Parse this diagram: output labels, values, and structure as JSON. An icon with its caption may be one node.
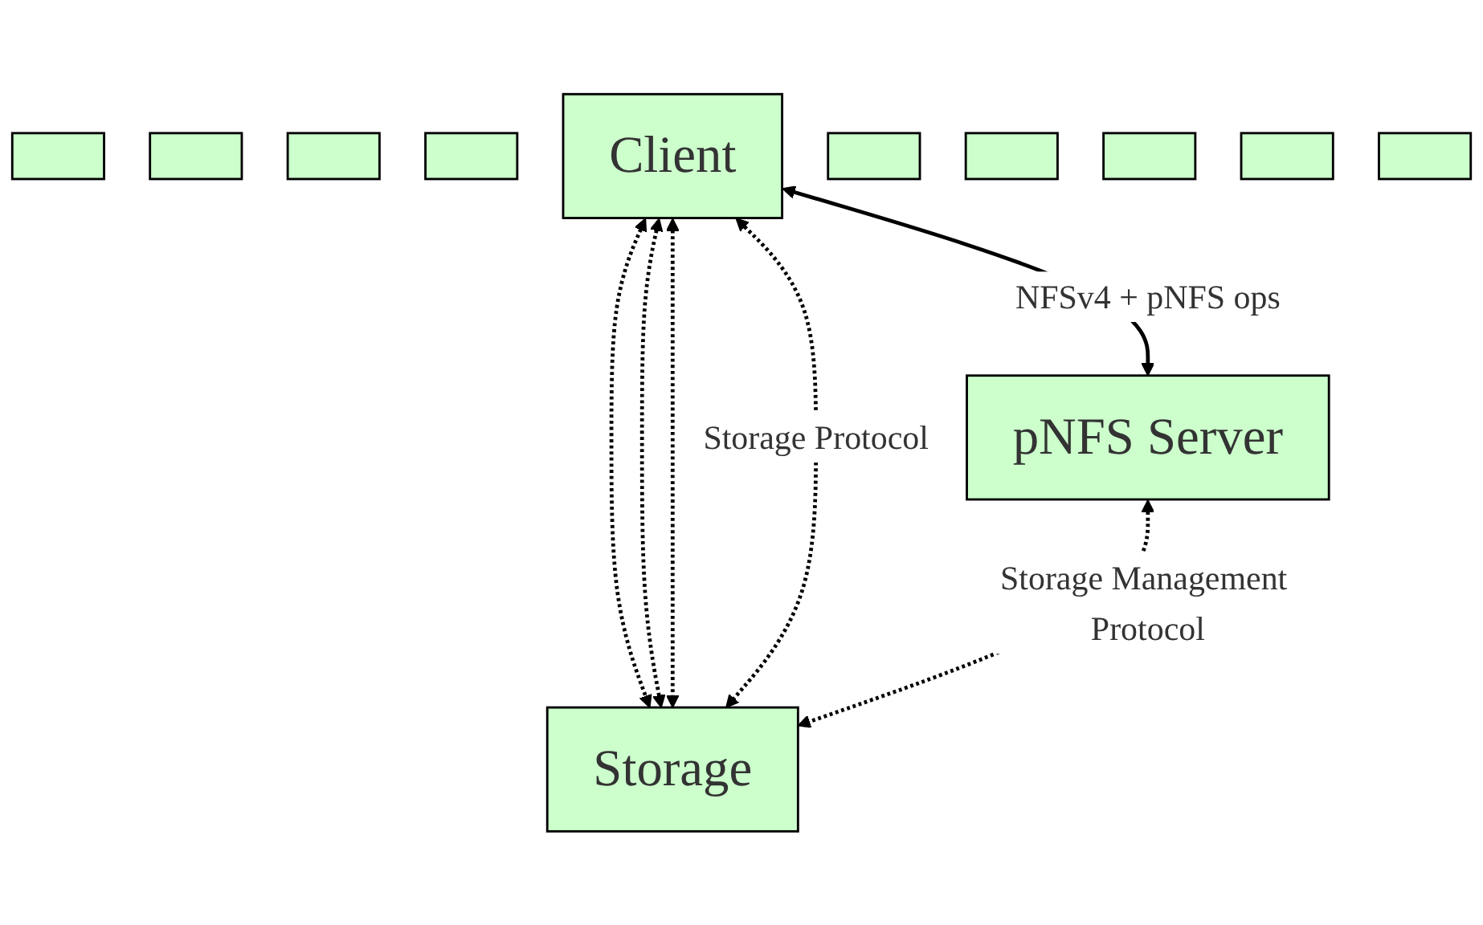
{
  "diagram": {
    "nodes": [
      {
        "text": [],
        "shape": "box"
      },
      {
        "text": [],
        "shape": "box"
      },
      {
        "text": [],
        "shape": "box"
      },
      {
        "text": [],
        "shape": "box"
      },
      {
        "text": [
          "Client"
        ]
      },
      {
        "text": [],
        "shape": "box"
      },
      {
        "text": [],
        "shape": "box"
      },
      {
        "text": [],
        "shape": "box"
      },
      {
        "text": [],
        "shape": "box"
      },
      {
        "text": [],
        "shape": "box"
      },
      {
        "text": [
          "Storage"
        ]
      },
      {
        "text": [
          "pNFS Server"
        ]
      }
    ],
    "edges": [
      {
        "from": 4,
        "to": 10,
        "arrow": "both",
        "style": "dashed"
      },
      {
        "from": 4,
        "to": 10,
        "arrow": "both",
        "style": "dashed"
      },
      {
        "from": 4,
        "to": 10,
        "arrow": "both",
        "style": "dashed"
      },
      {
        "from": 4,
        "to": 10,
        "arrow": "both",
        "style": "dashed",
        "label": "Storage Protocol"
      },
      {
        "from": 4,
        "to": 11,
        "arrow": "both",
        "label": "NFSv4 + pNFS ops"
      },
      {
        "from": 11,
        "to": 10,
        "arrow": "both",
        "style": "dashed",
        "label": "Storage Management Protocol"
      }
    ]
  }
}
